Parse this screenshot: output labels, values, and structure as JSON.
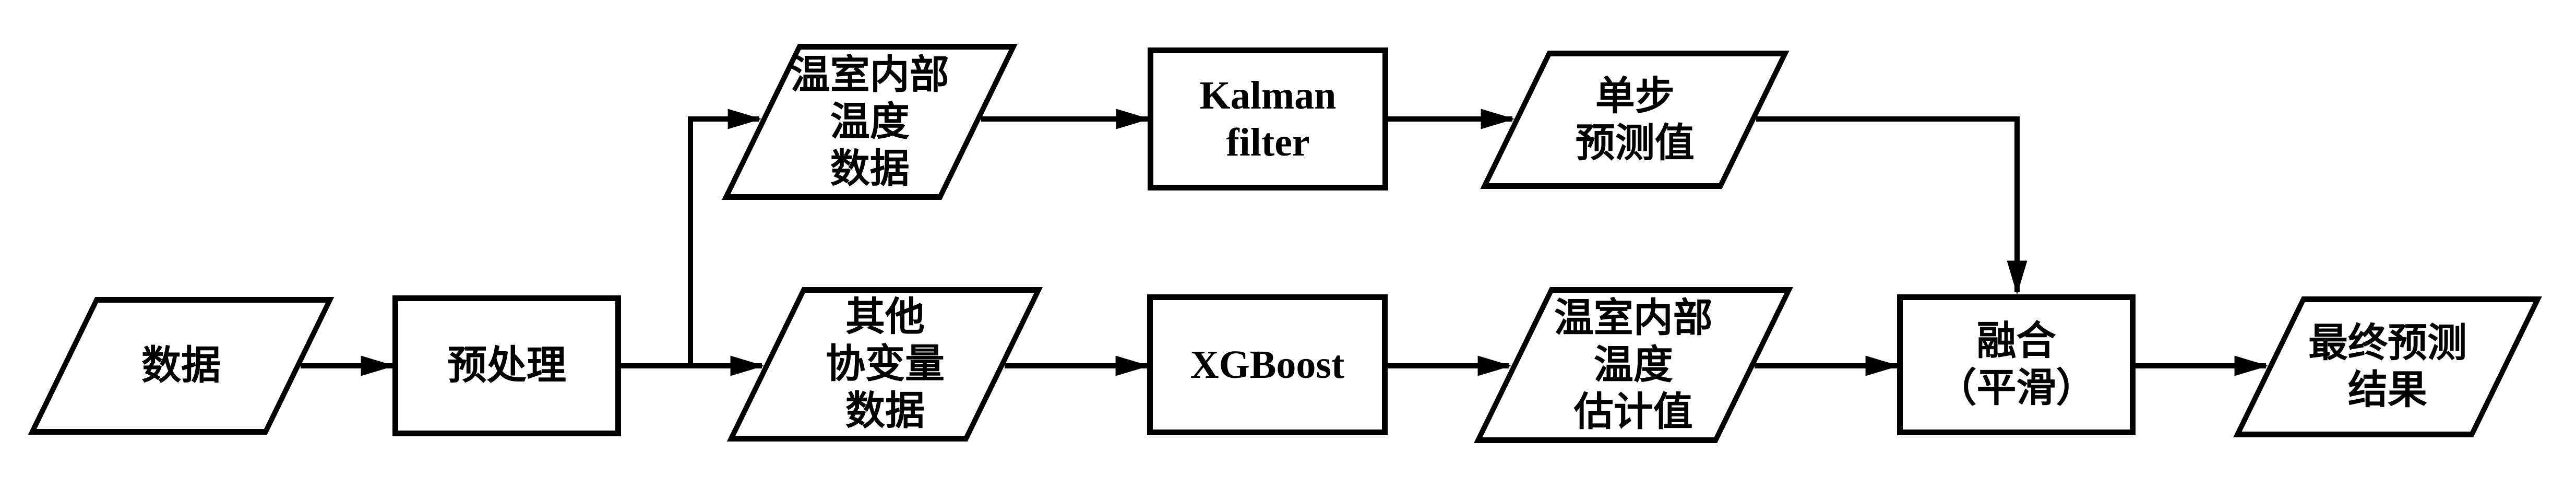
{
  "canvas": {
    "background_color": "#ffffff",
    "stroke_color": "#000000"
  },
  "nodes": {
    "data": {
      "shape": "parallelogram",
      "label_lines": [
        "数据"
      ]
    },
    "preprocess": {
      "shape": "rectangle",
      "label_lines": [
        "预处理"
      ]
    },
    "gh_temp_data": {
      "shape": "parallelogram",
      "label_lines": [
        "温室内部",
        "温度",
        "数据"
      ]
    },
    "kalman": {
      "shape": "rectangle",
      "label_lines": [
        "Kalman",
        "filter"
      ]
    },
    "single_step": {
      "shape": "parallelogram",
      "label_lines": [
        "单步",
        "预测值"
      ]
    },
    "other_cov": {
      "shape": "parallelogram",
      "label_lines": [
        "其他",
        "协变量",
        "数据"
      ]
    },
    "xgboost": {
      "shape": "rectangle",
      "label_lines": [
        "XGBoost"
      ]
    },
    "gh_temp_est": {
      "shape": "parallelogram",
      "label_lines": [
        "温室内部",
        "温度",
        "估计值"
      ]
    },
    "fusion": {
      "shape": "rectangle",
      "label_lines": [
        "融合",
        "（平滑）"
      ]
    },
    "final_result": {
      "shape": "parallelogram",
      "label_lines": [
        "最终预测",
        "结果"
      ]
    }
  },
  "edges": [
    {
      "from": "data",
      "to": "preprocess"
    },
    {
      "from": "preprocess",
      "to": "gh_temp_data"
    },
    {
      "from": "preprocess",
      "to": "other_cov"
    },
    {
      "from": "gh_temp_data",
      "to": "kalman"
    },
    {
      "from": "kalman",
      "to": "single_step"
    },
    {
      "from": "single_step",
      "to": "fusion"
    },
    {
      "from": "other_cov",
      "to": "xgboost"
    },
    {
      "from": "xgboost",
      "to": "gh_temp_est"
    },
    {
      "from": "gh_temp_est",
      "to": "fusion"
    },
    {
      "from": "fusion",
      "to": "final_result"
    }
  ]
}
